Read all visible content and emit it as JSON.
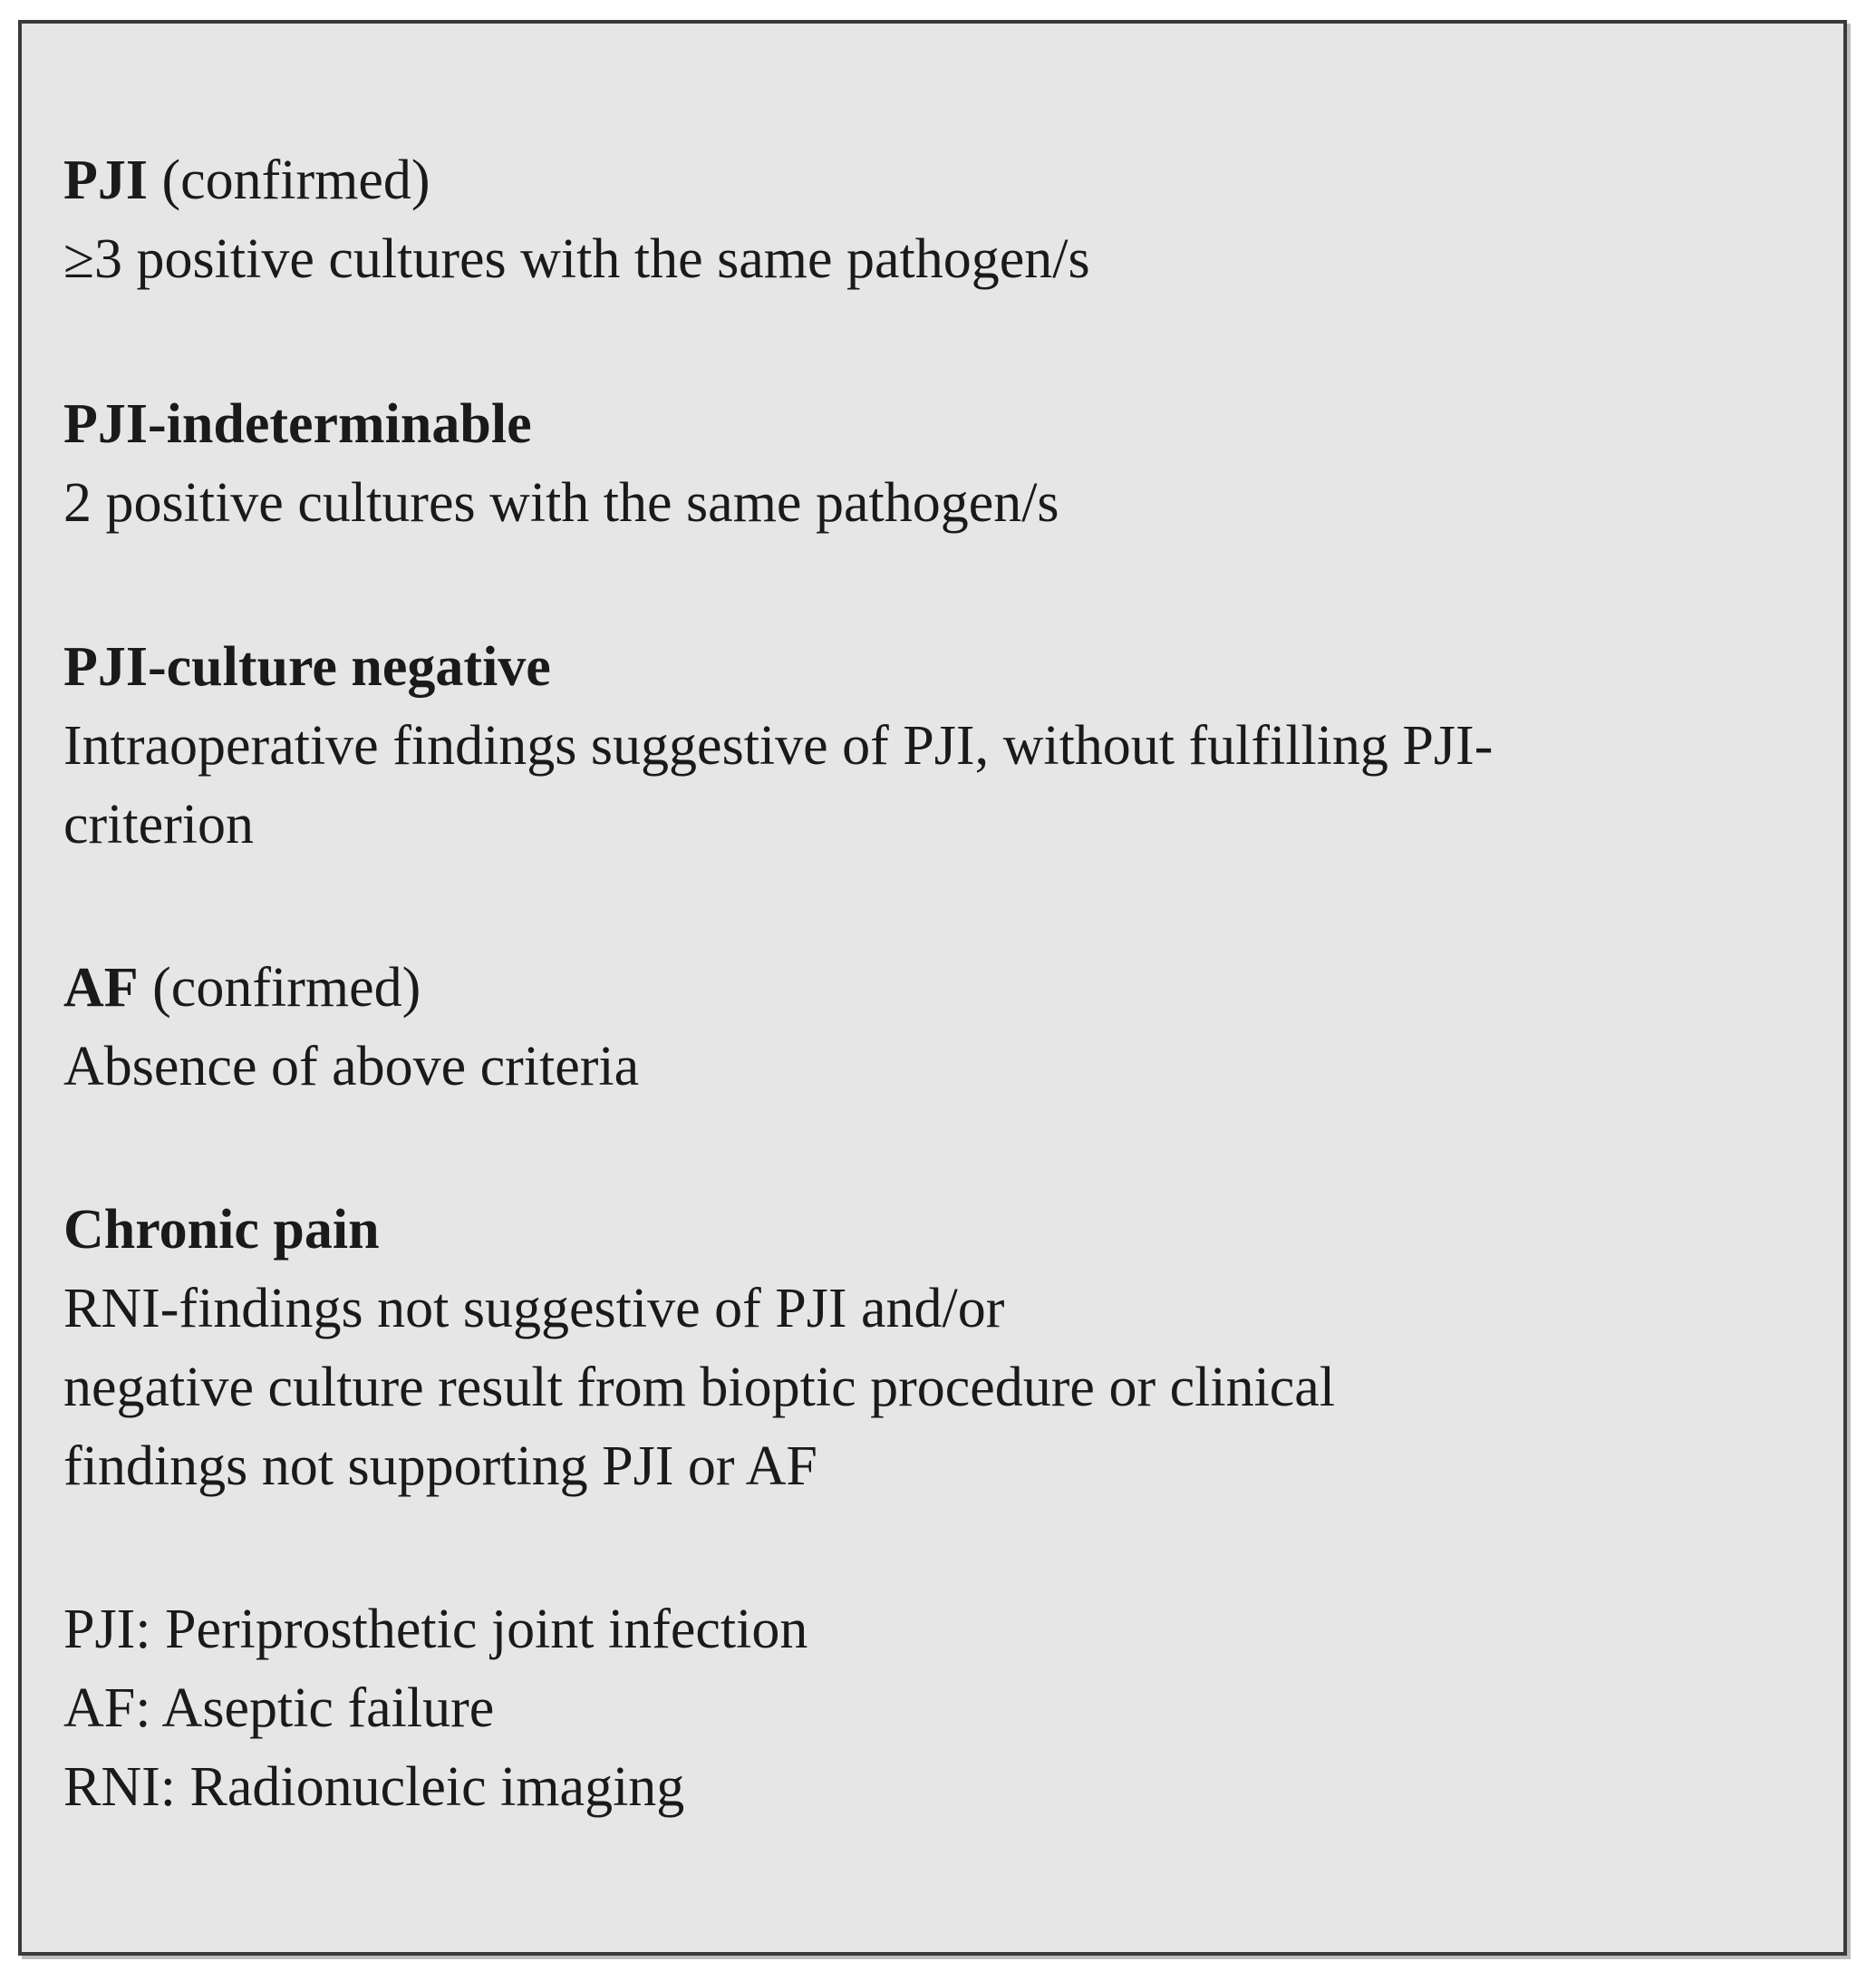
{
  "definitions": [
    {
      "term": "PJI",
      "qualifier": " (confirmed)",
      "lines": [
        "≥3 positive cultures with the same pathogen/s"
      ]
    },
    {
      "term": "PJI-indeterminable",
      "qualifier": "",
      "lines": [
        "2 positive cultures with the same pathogen/s"
      ]
    },
    {
      "term": "PJI-culture negative",
      "qualifier": "",
      "lines": [
        "Intraoperative findings suggestive of PJI, without fulfilling PJI-",
        "criterion"
      ]
    },
    {
      "term": "AF",
      "qualifier": " (confirmed)",
      "lines": [
        "Absence of above criteria"
      ]
    },
    {
      "term": "Chronic pain",
      "qualifier": "",
      "lines": [
        "RNI-findings not suggestive of PJI and/or",
        "negative culture result from bioptic procedure or clinical",
        "findings not supporting PJI or AF"
      ]
    }
  ],
  "abbreviations": [
    "PJI: Periprosthetic joint infection",
    "AF: Aseptic failure",
    "RNI: Radionucleic imaging"
  ]
}
